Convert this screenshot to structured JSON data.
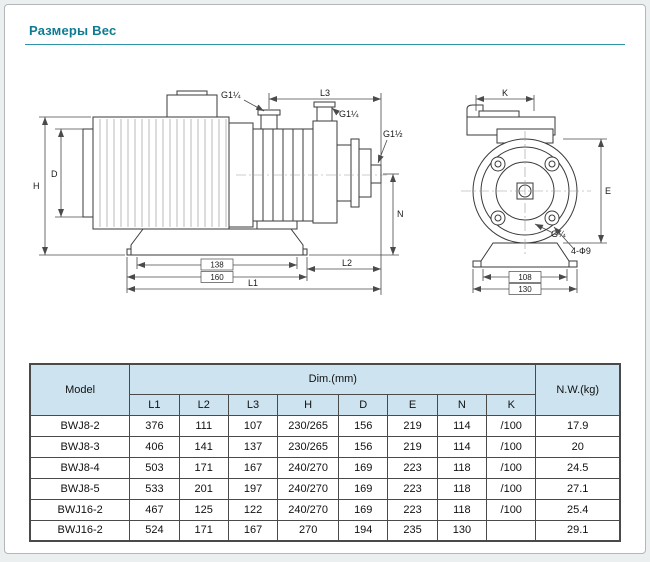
{
  "page": {
    "title": "Размеры Вес"
  },
  "drawing": {
    "side_view": {
      "h": "H",
      "d": "D",
      "n": "N",
      "l1": "L1",
      "l2": "L2",
      "l3": "L3",
      "g1_quarter_top": "G1¼",
      "g1_quarter_mid": "G1¼",
      "g1_half": "G1½",
      "dim_138": "138",
      "dim_160": "160"
    },
    "front_view": {
      "k": "K",
      "e": "E",
      "g_quarter": "G¼",
      "bolt_holes": "4-Ф9",
      "dim_108": "108",
      "dim_130": "130"
    }
  },
  "table": {
    "header": {
      "model": "Model",
      "dim_group": "Dim.(mm)",
      "nw": "N.W.(kg)",
      "columns": [
        "L1",
        "L2",
        "L3",
        "H",
        "D",
        "E",
        "N",
        "K"
      ]
    },
    "rows": [
      {
        "model": "BWJ8-2",
        "values": [
          "376",
          "111",
          "107",
          "230/265",
          "156",
          "219",
          "114",
          "/100"
        ],
        "nw": "17.9"
      },
      {
        "model": "BWJ8-3",
        "values": [
          "406",
          "141",
          "137",
          "230/265",
          "156",
          "219",
          "114",
          "/100"
        ],
        "nw": "20"
      },
      {
        "model": "BWJ8-4",
        "values": [
          "503",
          "171",
          "167",
          "240/270",
          "169",
          "223",
          "118",
          "/100"
        ],
        "nw": "24.5"
      },
      {
        "model": "BWJ8-5",
        "values": [
          "533",
          "201",
          "197",
          "240/270",
          "169",
          "223",
          "118",
          "/100"
        ],
        "nw": "27.1"
      },
      {
        "model": "BWJ16-2",
        "values": [
          "467",
          "125",
          "122",
          "240/270",
          "169",
          "223",
          "118",
          "/100"
        ],
        "nw": "25.4"
      },
      {
        "model": "BWJ16-2",
        "values": [
          "524",
          "171",
          "167",
          "270",
          "194",
          "235",
          "130",
          ""
        ],
        "nw": "29.1"
      }
    ]
  }
}
